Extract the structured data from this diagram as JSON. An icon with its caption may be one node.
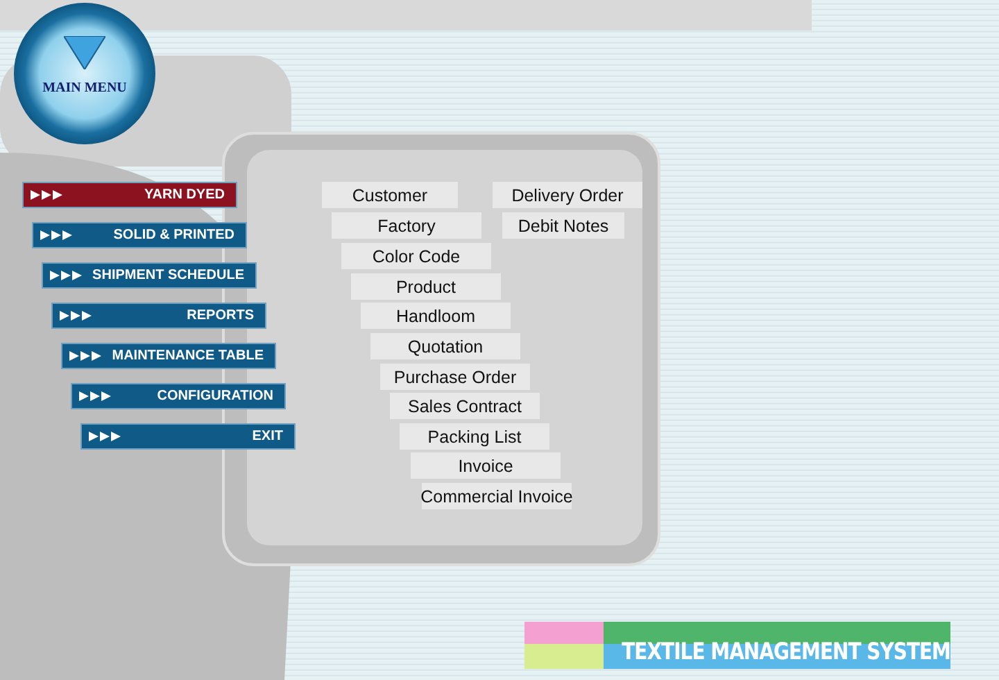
{
  "diagram": {
    "nodes": [
      {
        "text": [
          "MAIN MENU"
        ]
      },
      {
        "text": [
          "YARN DYED"
        ]
      },
      {
        "text": [
          "SOLID & PRINTED"
        ]
      },
      {
        "text": [
          "SHIPMENT SCHEDULE"
        ]
      },
      {
        "text": [
          "REPORTS"
        ]
      },
      {
        "text": [
          "MAINTENANCE TABLE"
        ]
      },
      {
        "text": [
          "CONFIGURATION"
        ]
      },
      {
        "text": [
          "EXIT"
        ]
      },
      {
        "text": [
          "Customer"
        ]
      },
      {
        "text": [
          "Delivery Order"
        ]
      },
      {
        "text": [
          "Factory"
        ]
      },
      {
        "text": [
          "Debit Notes"
        ]
      },
      {
        "text": [
          "Color Code"
        ]
      },
      {
        "text": [
          "Product"
        ]
      },
      {
        "text": [
          "Handloom"
        ]
      },
      {
        "text": [
          "Quotation"
        ]
      },
      {
        "text": [
          "Purchase Order"
        ]
      },
      {
        "text": [
          "Sales Contract"
        ]
      },
      {
        "text": [
          "Packing List"
        ]
      },
      {
        "text": [
          "Invoice"
        ]
      },
      {
        "text": [
          "Commercial Invoice"
        ]
      }
    ],
    "labels": [
      "TEXTILE MANAGEMENT SYSTEM"
    ]
  }
}
